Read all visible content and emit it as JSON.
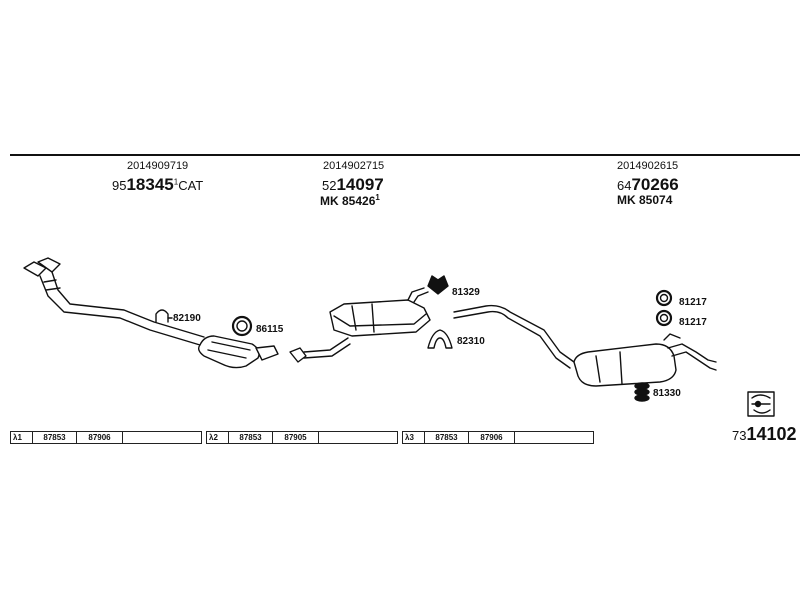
{
  "sections": [
    {
      "oe_number": "2014909719",
      "part_prefix": "95",
      "part_bold": "18345",
      "part_sup": "1",
      "part_suffix": "CAT",
      "mk": ""
    },
    {
      "oe_number": "2014902715",
      "part_prefix": "52",
      "part_bold": "14097",
      "part_sup": "",
      "part_suffix": "",
      "mk": "MK 85426",
      "mk_sup": "1"
    },
    {
      "oe_number": "2014902615",
      "part_prefix": "64",
      "part_bold": "70266",
      "part_sup": "",
      "part_suffix": "",
      "mk": "MK 85074"
    }
  ],
  "callouts": {
    "c82190": "82190",
    "c86115": "86115",
    "c81329": "81329",
    "c82310": "82310",
    "c81217a": "81217",
    "c81217b": "81217",
    "c81330": "81330"
  },
  "bars": [
    {
      "lambda": "λ",
      "sup": "1",
      "a": "87853",
      "b": "87906"
    },
    {
      "lambda": "λ",
      "sup": "2",
      "a": "87853",
      "b": "87905"
    },
    {
      "lambda": "λ",
      "sup": "3",
      "a": "87853",
      "b": "87906"
    }
  ],
  "catalog": {
    "prefix": "73",
    "bold": "14102"
  }
}
